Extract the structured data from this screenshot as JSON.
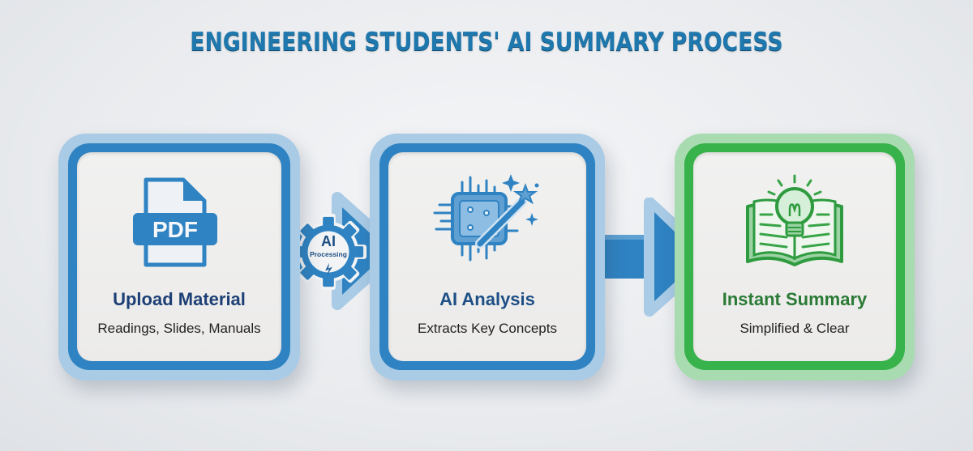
{
  "title": "ENGINEERING STUDENTS' AI SUMMARY PROCESS",
  "colors": {
    "blue": "#2f83c2",
    "light_blue": "#a9cbe6",
    "navy_text": "#1d3f75",
    "green": "#38b24a",
    "green_text": "#2a7a35"
  },
  "steps": [
    {
      "heading": "Upload Material",
      "subtitle": "Readings, Slides, Manuals",
      "icon": "pdf-file-icon",
      "icon_label": "PDF"
    },
    {
      "heading": "AI Analysis",
      "subtitle": "Extracts Key Concepts",
      "icon": "chip-magic-wand-icon"
    },
    {
      "heading": "Instant Summary",
      "subtitle": "Simplified & Clear",
      "icon": "book-lightbulb-icon"
    }
  ],
  "connectors": [
    {
      "badge_line1": "AI",
      "badge_line2": "Processing",
      "icon": "gear-icon"
    },
    {
      "icon": "arrow-right-icon"
    }
  ]
}
